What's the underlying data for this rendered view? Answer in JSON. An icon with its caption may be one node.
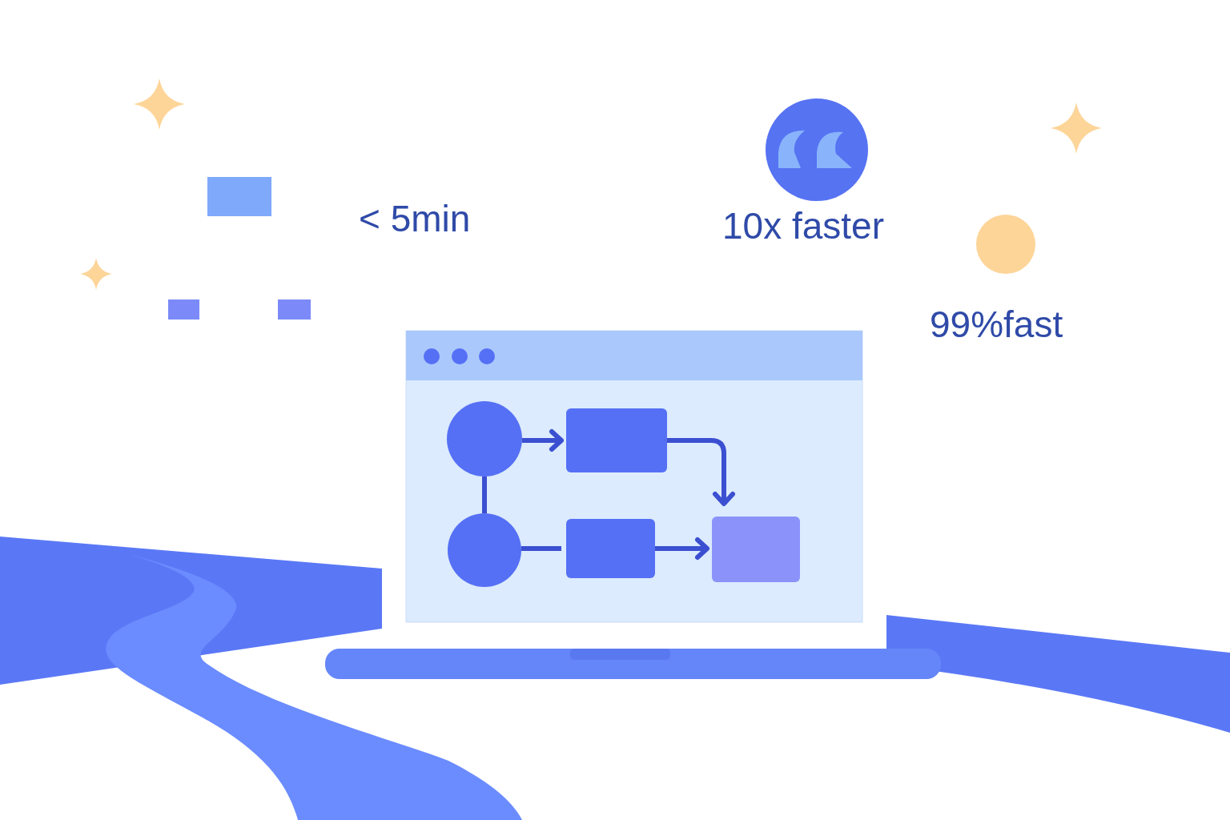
{
  "diagram": {
    "nodes": [
      {
        "text": [],
        "shape": "circle"
      },
      {
        "text": [],
        "shape": "box"
      },
      {
        "text": [],
        "shape": "circle"
      },
      {
        "text": [],
        "shape": "box"
      },
      {
        "text": [],
        "shape": "box"
      }
    ],
    "edges": [
      {
        "from": 0,
        "to": 1,
        "arrow": "to"
      },
      {
        "from": 1,
        "to": 4,
        "arrow": "to"
      },
      {
        "from": 0,
        "to": 2,
        "arrow": "none"
      },
      {
        "from": 2,
        "to": 3,
        "arrow": "none"
      },
      {
        "from": 3,
        "to": 4,
        "arrow": "to"
      }
    ],
    "labels": [
      "< 5min",
      "10x faster",
      "99%fast"
    ]
  }
}
